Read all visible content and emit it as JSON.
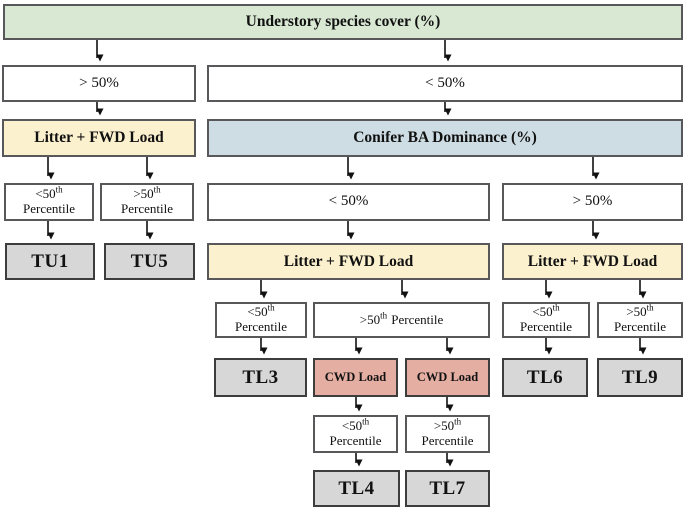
{
  "diagram": {
    "description": "Fuel classification decision tree",
    "title": "Understory species cover (%)"
  },
  "colors": {
    "green": "#d9e8d3",
    "yellow": "#fcf1ce",
    "blue": "#cddde3",
    "pink": "#e5aea2",
    "gray": "#d7d7d7",
    "white": "#ffffff",
    "border": "#58585a",
    "border_dark": "#3d3d3d",
    "arrow": "#111111"
  },
  "nodes": {
    "root": {
      "label": "Understory species cover (%)"
    },
    "cover_gt50": {
      "label": "> 50%"
    },
    "cover_lt50": {
      "label": "< 50%"
    },
    "litter_left": {
      "label": "Litter + FWD Load"
    },
    "conifer": {
      "label": "Conifer BA Dominance (%)"
    },
    "pct_lt_left": {
      "cmp": "<50",
      "sup": "th",
      "word": "Percentile"
    },
    "pct_gt_left": {
      "cmp": ">50",
      "sup": "th",
      "word": "Percentile"
    },
    "conifer_lt50": {
      "label": "< 50%"
    },
    "conifer_gt50": {
      "label": "> 50%"
    },
    "tu1": {
      "label": "TU1"
    },
    "tu5": {
      "label": "TU5"
    },
    "litter_mid": {
      "label": "Litter + FWD Load"
    },
    "litter_right": {
      "label": "Litter + FWD Load"
    },
    "pct_lt_mid": {
      "cmp": "<50",
      "sup": "th",
      "word": "Percentile"
    },
    "pct_gt_mid": {
      "cmp": ">50",
      "sup": "th",
      "word": "Percentile"
    },
    "pct_lt_right": {
      "cmp": "<50",
      "sup": "th",
      "word": "Percentile"
    },
    "pct_gt_right": {
      "cmp": ">50",
      "sup": "th",
      "word": "Percentile"
    },
    "tl3": {
      "label": "TL3"
    },
    "cwd1": {
      "label": "CWD Load"
    },
    "cwd2": {
      "label": "CWD Load"
    },
    "tl6": {
      "label": "TL6"
    },
    "tl9": {
      "label": "TL9"
    },
    "pct_lt_cwd": {
      "cmp": "<50",
      "sup": "th",
      "word": "Percentile"
    },
    "pct_gt_cwd": {
      "cmp": ">50",
      "sup": "th",
      "word": "Percentile"
    },
    "tl4": {
      "label": "TL4"
    },
    "tl7": {
      "label": "TL7"
    }
  }
}
